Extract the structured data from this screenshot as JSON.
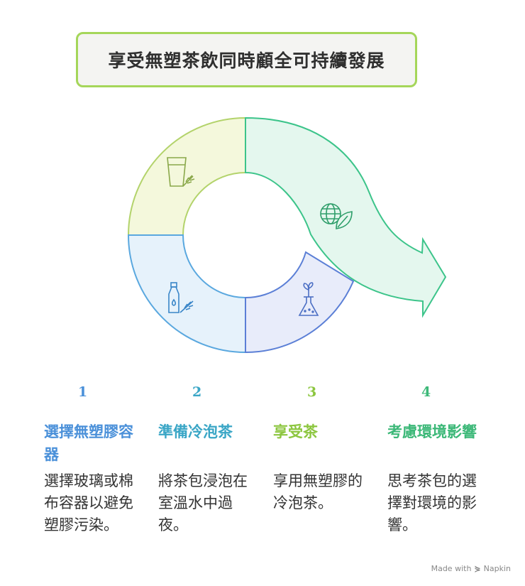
{
  "title": "享受無塑茶飲同時顧全可持續發展",
  "steps": [
    {
      "number": "1",
      "title": "選擇無塑膠容器",
      "description": "選擇玻璃或棉布容器以避免塑膠污染。",
      "color": "#4a90d9"
    },
    {
      "number": "2",
      "title": "準備冷泡茶",
      "description": "將茶包浸泡在室溫水中過夜。",
      "color": "#3aa6c6"
    },
    {
      "number": "3",
      "title": "享受茶",
      "description": "享用無塑膠的冷泡茶。",
      "color": "#8cc63f"
    },
    {
      "number": "4",
      "title": "考慮環境影響",
      "description": "思考茶包的選擇對環境的影響。",
      "color": "#3cb878"
    }
  ],
  "icons": [
    "water-glass-leaf-icon",
    "bottle-leaf-icon",
    "flask-sprout-icon",
    "globe-leaf-icon"
  ],
  "footer": {
    "made_with": "Made with",
    "brand": "Napkin"
  }
}
